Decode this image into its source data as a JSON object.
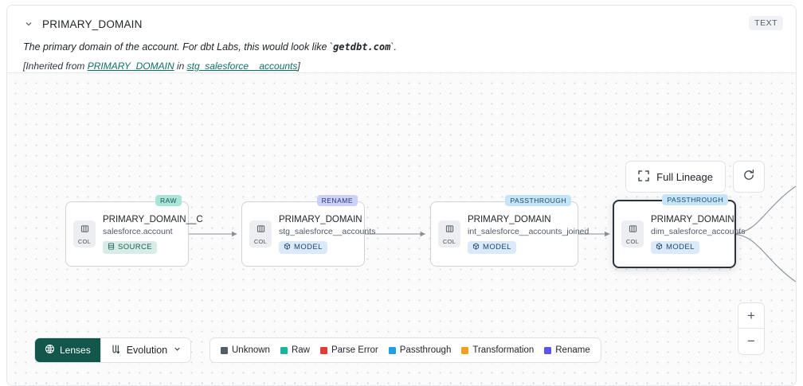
{
  "header": {
    "chevron_icon": "chevron-down-icon",
    "title": "PRIMARY_DOMAIN",
    "type_badge": "TEXT",
    "description_pre": "The primary domain of the account. For dbt Labs, this would look like `",
    "description_code": "getdbt.com",
    "description_post": "`.",
    "inherited_prefix": "[Inherited from ",
    "inherited_column": "PRIMARY_DOMAIN",
    "inherited_mid": " in ",
    "inherited_model": "stg_salesforce__accounts",
    "inherited_suffix": "]"
  },
  "canvas": {
    "full_lineage_label": "Full Lineage",
    "full_lineage_icon": "expand-icon",
    "refresh_icon": "refresh-icon",
    "zoom_in_label": "+",
    "zoom_out_label": "−"
  },
  "nodes": [
    {
      "tag": "RAW",
      "tag_kind": "raw",
      "chip_label": "COL",
      "title": "PRIMARY_DOMAIN__C",
      "subtitle": "salesforce.account",
      "pill_label": "SOURCE",
      "pill_kind": "source",
      "pill_icon": "database-icon",
      "selected": false
    },
    {
      "tag": "RENAME",
      "tag_kind": "rename",
      "chip_label": "COL",
      "title": "PRIMARY_DOMAIN",
      "subtitle": "stg_salesforce__accounts",
      "pill_label": "MODEL",
      "pill_kind": "model",
      "pill_icon": "cube-icon",
      "selected": false
    },
    {
      "tag": "PASSTHROUGH",
      "tag_kind": "passthrough",
      "chip_label": "COL",
      "title": "PRIMARY_DOMAIN",
      "subtitle": "int_salesforce__accounts_joined",
      "pill_label": "MODEL",
      "pill_kind": "model",
      "pill_icon": "cube-icon",
      "selected": false
    },
    {
      "tag": "PASSTHROUGH",
      "tag_kind": "passthrough",
      "chip_label": "COL",
      "title": "PRIMARY_DOMAIN",
      "subtitle": "dim_salesforce_accounts",
      "pill_label": "MODEL",
      "pill_kind": "model",
      "pill_icon": "cube-icon",
      "selected": true
    }
  ],
  "toolbar": {
    "lenses_label": "Lenses",
    "lenses_icon": "lens-icon",
    "evolution_label": "Evolution",
    "evolution_icon": "evolution-icon",
    "evolution_chevron": "chevron-down-icon"
  },
  "legend": {
    "items": [
      {
        "label": "Unknown",
        "color": "#555b63"
      },
      {
        "label": "Raw",
        "color": "#15b69b"
      },
      {
        "label": "Parse Error",
        "color": "#e03a3a"
      },
      {
        "label": "Passthrough",
        "color": "#1e9fe0"
      },
      {
        "label": "Transformation",
        "color": "#f0a11c"
      },
      {
        "label": "Rename",
        "color": "#5a55e8"
      }
    ]
  },
  "colors": {
    "accent": "#13564c",
    "selected_border": "#2c333d"
  }
}
